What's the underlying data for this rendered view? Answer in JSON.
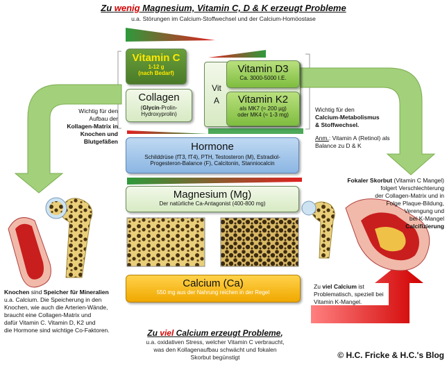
{
  "header": {
    "title_prefix": "Zu ",
    "title_red": "wenig",
    "title_rest": " Magnesium, Vitamin C, D & K erzeugt Probleme",
    "subtitle": "u.a. Störungen im Calcium-Stoffwechsel und der Calcium-Homöostase"
  },
  "vitamin_c": {
    "title": "Vitamin C",
    "line1": "1-12 g",
    "line2": "(nach Bedarf)"
  },
  "collagen": {
    "title": "Collagen",
    "line1_bold": "Glycin",
    "line1_rest": "-Prolin-",
    "line2": "Hydroxyprolin)"
  },
  "vit_a": {
    "line1": "Vit",
    "line2": "A"
  },
  "vitamin_d3": {
    "title": "Vitamin D3",
    "detail": "Ca. 3000-5000 I.E."
  },
  "vitamin_k2": {
    "title": "Vitamin K2",
    "line1": "als MK7 (≈ 200 µg)",
    "line2": "oder MK4 (≈ 1-3 mg)"
  },
  "hormone": {
    "title": "Hormone",
    "line1": "Schilddrüse (fT3, fT4), PTH, Testosteron (M), Estradiol-",
    "line2": "Progesteron-Balance (F), Calcitonin, Stanniocalcin"
  },
  "magnesium": {
    "title": "Magnesium (Mg)",
    "detail": "Der natürliche Ca-Antagonist (400-800 mg)"
  },
  "calcium": {
    "title": "Calcium (Ca)",
    "detail": "550 mg aus der Nahrung reichen in der Regel"
  },
  "left_note": {
    "l1": "Wichtig für den",
    "l2": "Aufbau der",
    "l3": "Kollagen-Matrix in",
    "l4": "Knochen und",
    "l5": "Blutgefäßen"
  },
  "right_note": {
    "l1": "Wichtig für den",
    "l2": "Calcium-Metabolismus",
    "l3": "& Stoffwechsel.",
    "anm_label": "Anm.",
    "anm_rest": ": Vitamin A (Retinol) als",
    "l5": "Balance zu D & K"
  },
  "bone_note": {
    "l1_bold": "Knochen",
    "l1_mid": " sind ",
    "l1_bold2": "Speicher für Mineralien",
    "l2": "u.a. Calcium. Die Speicherung in den",
    "l3": "Knochen, wie auch die Arterien-Wände,",
    "l4": "braucht eine Collagen-Matrix und",
    "l5": "dafür Vitamin C. Vitamin D, K2 und",
    "l6": "die Hormone sind wichtige Co-Faktoren."
  },
  "scurvy_note": {
    "l1_bold": "Fokaler Skorbut",
    "l1_rest": " (Vitamin C Mangel)",
    "l2": "folgert Verschlechterung",
    "l3": "der Collagen-Matrix und in",
    "l4": "Folge Plaque-Bildung,",
    "l5": "Verengung und",
    "l6": "bei K-Mangel",
    "l7": "Calcifizierung"
  },
  "calcium_note": {
    "l1_pre": "Zu ",
    "l1_bold": "viel Calcium",
    "l1_rest": " ist",
    "l2": "Problematisch, speziell bei",
    "l3": "Vitamin K-Mangel."
  },
  "footer": {
    "title_prefix": "Zu ",
    "title_red": "viel",
    "title_rest": " Calcium erzeugt Probleme",
    "comma": ",",
    "l1": "u.a. oxidativen Stress, welcher Vitamin C verbraucht,",
    "l2": "was den Kollagenaufbau schwächt und fokalen",
    "l3": "Skorbut begünstigt",
    "copyright": "© H.C. Fricke & H.C.'s Blog"
  },
  "colors": {
    "green": "#8cc152",
    "dark_green": "#4a7a28",
    "red": "#d10000",
    "blue": "#9cc2e8",
    "orange": "#f5b800"
  }
}
